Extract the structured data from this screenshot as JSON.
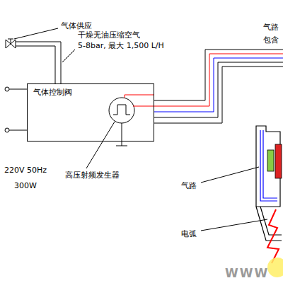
{
  "diagram": {
    "nodes": [
      {
        "text": [
          "气体控制阀"
        ]
      }
    ],
    "labels": [
      "气体供应",
      "干燥无油压缩空气",
      "5-8bar, 最大 1,500 L/H",
      "220V 50Hz",
      "300W",
      "高压射频发生器",
      "气路",
      "包含",
      "气路",
      "电弧",
      "WWW"
    ]
  }
}
